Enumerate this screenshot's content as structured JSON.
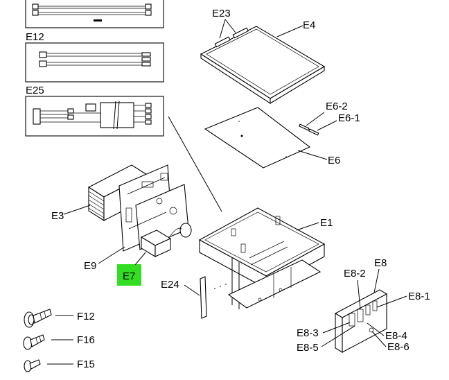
{
  "labels": {
    "e12": "E12",
    "e25": "E25",
    "e23": "E23",
    "e4": "E4",
    "e6_2": "E6-2",
    "e6_1": "E6-1",
    "e6": "E6",
    "e3": "E3",
    "e1": "E1",
    "e9": "E9",
    "e7": "E7",
    "e24": "E24",
    "e8": "E8",
    "e8_2": "E8-2",
    "e8_1": "E8-1",
    "e8_3": "E8-3",
    "e8_4": "E8-4",
    "e8_5": "E8-5",
    "e8_6": "E8-6",
    "f12": "F12",
    "f16": "F16",
    "f15": "F15"
  },
  "highlight": {
    "part": "E7",
    "color": "#33dd22"
  }
}
